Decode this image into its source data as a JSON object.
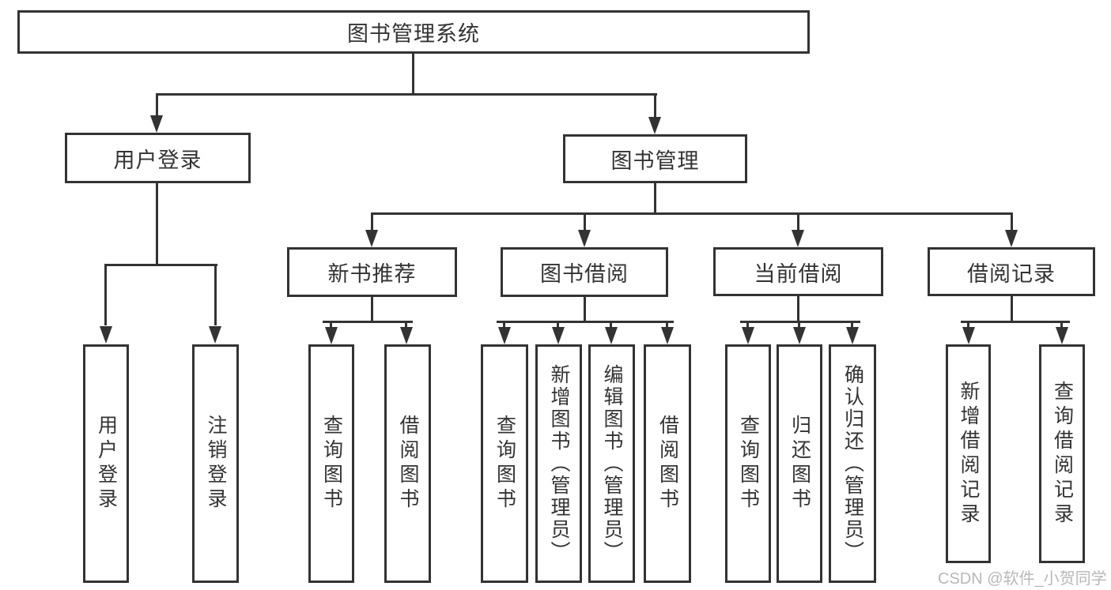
{
  "diagram": {
    "title": "图书管理系统",
    "branches": [
      {
        "label": "用户登录",
        "children": [
          {
            "label": "用户登录"
          },
          {
            "label": "注销登录"
          }
        ]
      },
      {
        "label": "图书管理",
        "children": [
          {
            "label": "新书推荐",
            "children": [
              {
                "label": "查询图书"
              },
              {
                "label": "借阅图书"
              }
            ]
          },
          {
            "label": "图书借阅",
            "children": [
              {
                "label": "查询图书"
              },
              {
                "label": "新增图书（管理员）"
              },
              {
                "label": "编辑图书（管理员）"
              },
              {
                "label": "借阅图书"
              }
            ]
          },
          {
            "label": "当前借阅",
            "children": [
              {
                "label": "查询图书"
              },
              {
                "label": "归还图书"
              },
              {
                "label": "确认归还（管理员）"
              }
            ]
          },
          {
            "label": "借阅记录",
            "children": [
              {
                "label": "新增借阅记录"
              },
              {
                "label": "查询借阅记录"
              }
            ]
          }
        ]
      }
    ]
  },
  "watermark": {
    "text": "CSDN @软件_小贺同学"
  },
  "colors": {
    "line": "#333333",
    "text": "#333333",
    "box_background": "#ffffff",
    "page_background": "#ffffff",
    "watermark": "#b8b8b8"
  }
}
